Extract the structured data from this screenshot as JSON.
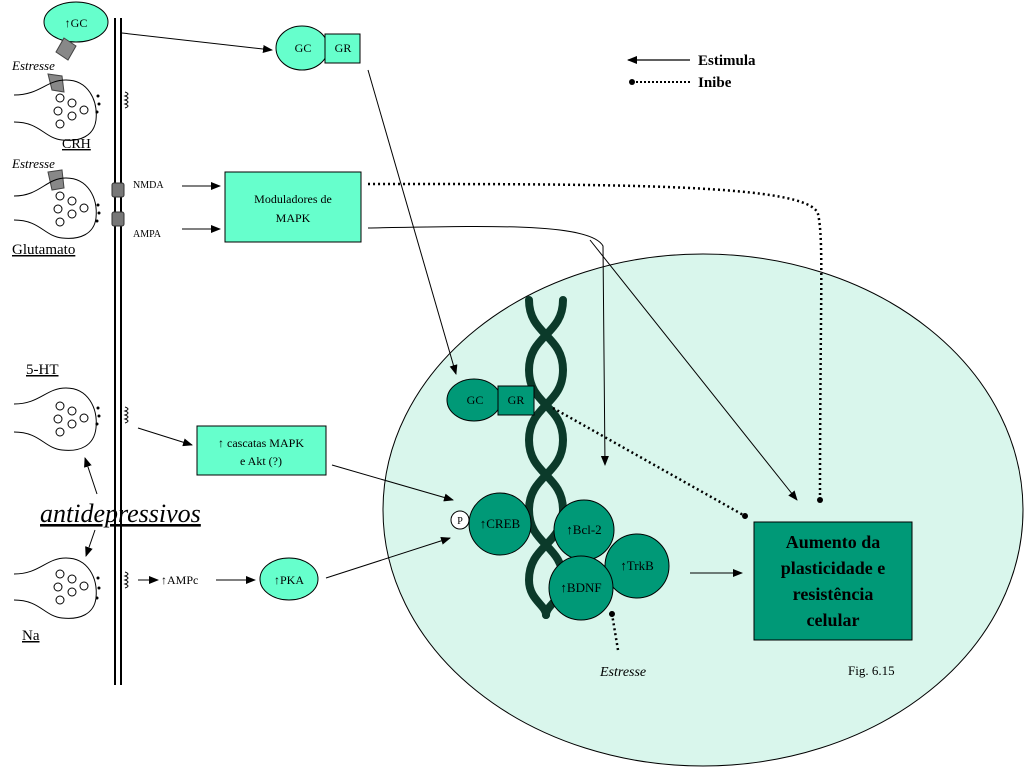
{
  "legend": {
    "stimulates": "Estimula",
    "inhibits": "Inibe"
  },
  "left_labels": {
    "gc_top": "↑GC",
    "stress_1": "Estresse",
    "crh": "CRH",
    "stress_2": "Estresse",
    "glutamate": "Glutamato",
    "serotonin": "5-HT",
    "antidepressants": "antidepressivos",
    "noradrenaline": "Na"
  },
  "receptors": {
    "nmda": "NMDA",
    "ampa": "AMPA"
  },
  "boxes": {
    "mapk_mod_line1": "Moduladores de",
    "mapk_mod_line2": "MAPK",
    "cascades_line1": "↑ cascatas MAPK",
    "cascades_line2": "e Akt (?)",
    "outcome_line1": "Aumento da",
    "outcome_line2": "plasticidade e",
    "outcome_line3": "resistência",
    "outcome_line4": "celular"
  },
  "nodes": {
    "gc": "GC",
    "gr": "GR",
    "gc_nucleus": "GC",
    "gr_nucleus": "GR",
    "camp": "↑AMPc",
    "pka": "↑PKA",
    "phospho": "P",
    "creb": "↑CREB",
    "bcl2": "↑Bcl-2",
    "bdnf": "↑BDNF",
    "trkb": "↑TrkB"
  },
  "nucleus_labels": {
    "stress": "Estresse",
    "figure": "Fig. 6.15"
  },
  "colors": {
    "teal_light": "#66ffcc",
    "teal_dark": "#009977",
    "nucleus_fill": "#d9f6ec",
    "dna": "#0b3a2a"
  }
}
